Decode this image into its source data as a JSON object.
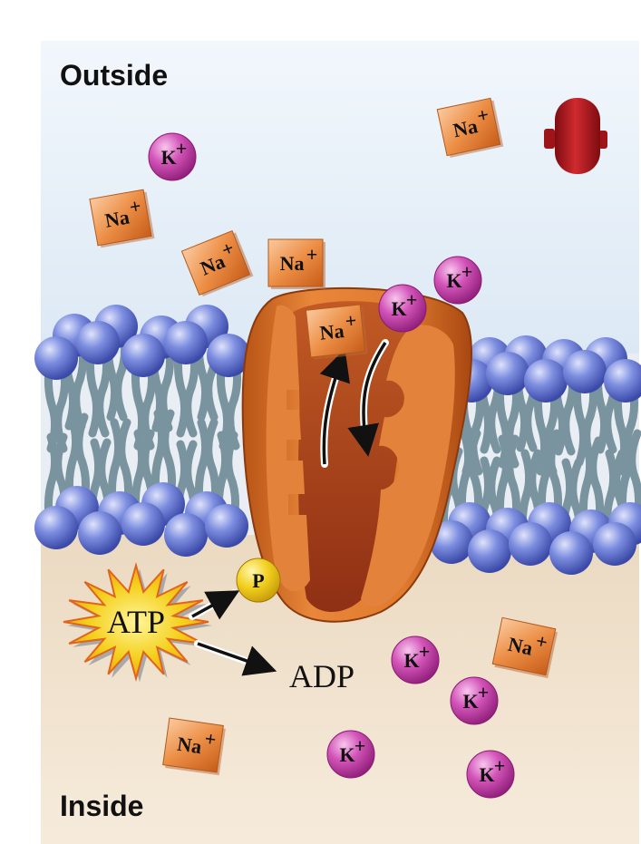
{
  "labels": {
    "outside": "Outside",
    "inside": "Inside"
  },
  "ions": {
    "sodium": {
      "symbol": "Na",
      "charge": "+"
    },
    "potassium": {
      "symbol": "K",
      "charge": "+"
    }
  },
  "energy": {
    "atp": "ATP",
    "adp": "ADP",
    "phosphate": "P"
  },
  "colors": {
    "outside": "#e3eef8",
    "inside": "#f3e4cf",
    "pump_body": "#d46a1f",
    "pump_channel": "#a8401c",
    "phospholipid_head": "#6c7fd6",
    "lipid_tail": "#7c97a3",
    "sodium": "#e98a3c",
    "potassium": "#c23c9f",
    "atp_burst": "#f4d61c",
    "phosphate": "#f0d01e",
    "inhibitor": "#b0171e"
  }
}
